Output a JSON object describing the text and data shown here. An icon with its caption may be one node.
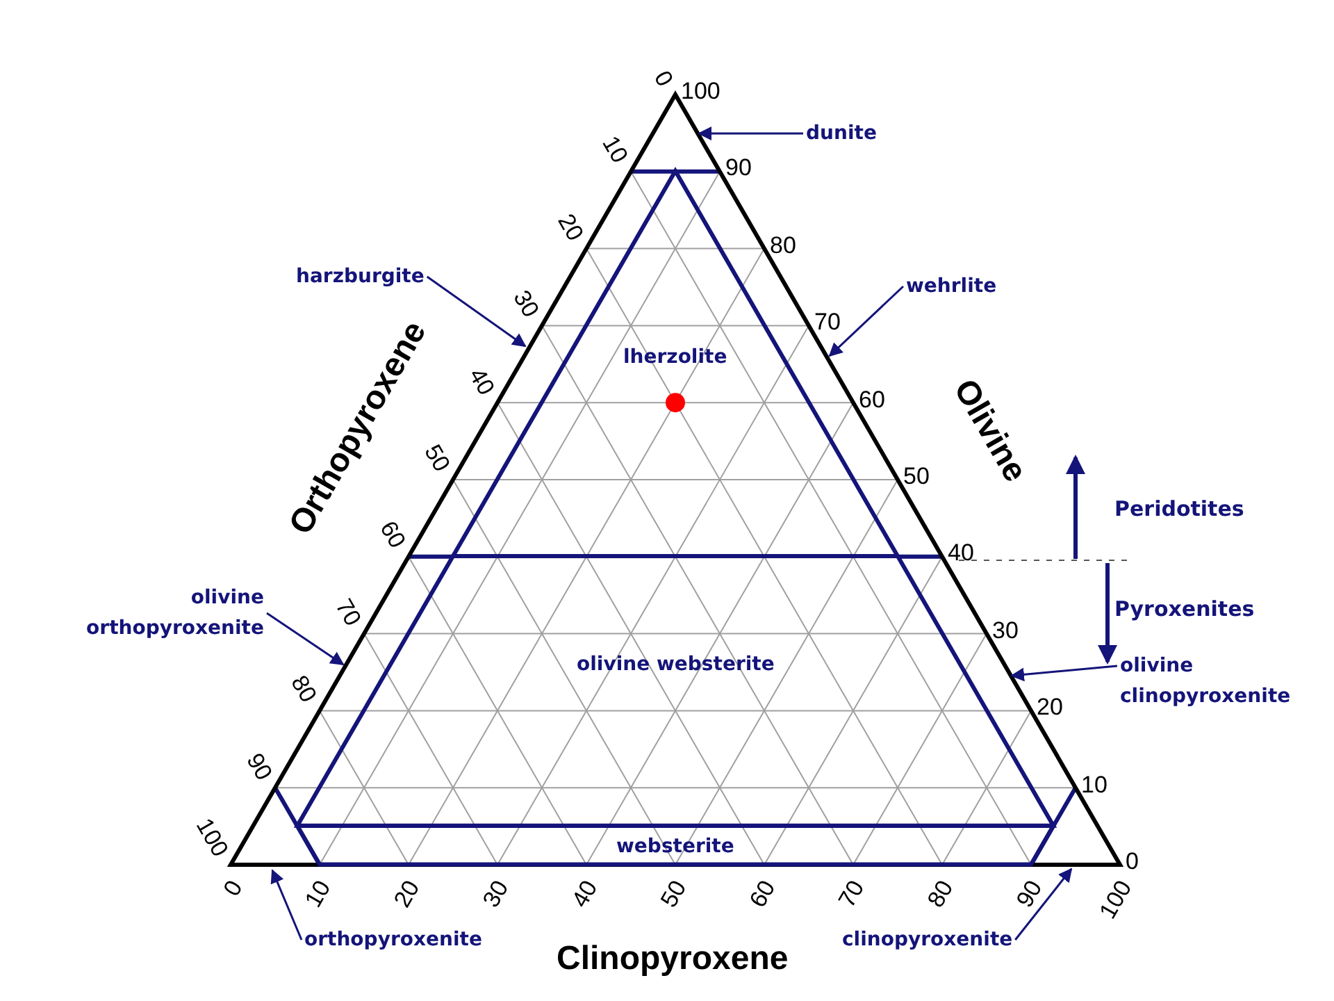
{
  "diagram": {
    "nodes": [
      {
        "text": [
          "dunite"
        ]
      },
      {
        "text": [
          "harzburgite"
        ]
      },
      {
        "text": [
          "wehrlite"
        ]
      },
      {
        "text": [
          "lherzolite"
        ]
      },
      {
        "text": [
          "olivine orthopyroxenite"
        ]
      },
      {
        "text": [
          "olivine websterite"
        ]
      },
      {
        "text": [
          "olivine clinopyroxenite"
        ]
      },
      {
        "text": [
          "websterite"
        ]
      },
      {
        "text": [
          "orthopyroxenite"
        ]
      },
      {
        "text": [
          "clinopyroxenite"
        ]
      }
    ],
    "edges": [
      {
        "from": 0,
        "to": null,
        "arrow": "to"
      },
      {
        "from": 1,
        "to": null,
        "arrow": "to"
      },
      {
        "from": 2,
        "to": null,
        "arrow": "to"
      },
      {
        "from": 4,
        "to": null,
        "arrow": "to"
      },
      {
        "from": 6,
        "to": null,
        "arrow": "to"
      },
      {
        "from": 8,
        "to": null,
        "arrow": "to"
      },
      {
        "from": 9,
        "to": null,
        "arrow": "to"
      }
    ],
    "labels": [
      "0",
      "10",
      "20",
      "30",
      "40",
      "50",
      "60",
      "70",
      "80",
      "90",
      "100",
      "100",
      "90",
      "80",
      "70",
      "60",
      "50",
      "40",
      "30",
      "20",
      "10",
      "0",
      "0",
      "10",
      "20",
      "30",
      "40",
      "50",
      "60",
      "70",
      "80",
      "90",
      "100",
      "Orthopyroxene",
      "Olivine",
      "Clinopyroxene",
      "Peridotites",
      "Pyroxenites"
    ]
  }
}
